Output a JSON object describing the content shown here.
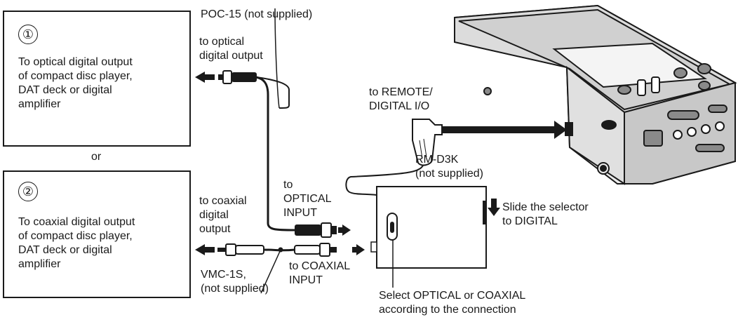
{
  "source_box_1": {
    "number": "①",
    "text": "To optical digital output\nof compact disc player,\nDAT deck or digital\namplifier"
  },
  "or_label": "or",
  "source_box_2": {
    "number": "②",
    "text": "To coaxial digital output\nof compact disc player,\nDAT deck or digital\namplifier"
  },
  "labels": {
    "poc15": "POC-15 (not supplied)",
    "to_optical_digital_output": "to optical\ndigital output",
    "to_coaxial_digital_output": "to coaxial\ndigital\noutput",
    "vmc1s": "VMC-1S,\n(not supplied)",
    "to_optical_input": "to\nOPTICAL\nINPUT",
    "to_coaxial_input": "to COAXIAL\nINPUT",
    "to_remote_digital_io": "to REMOTE/\nDIGITAL I/O",
    "rm_d3k": "RM-D3K\n(not supplied)",
    "slide_selector": "Slide the selector\nto DIGITAL",
    "select_optical_coaxial": "Select OPTICAL or COAXIAL\naccording to the connection"
  }
}
